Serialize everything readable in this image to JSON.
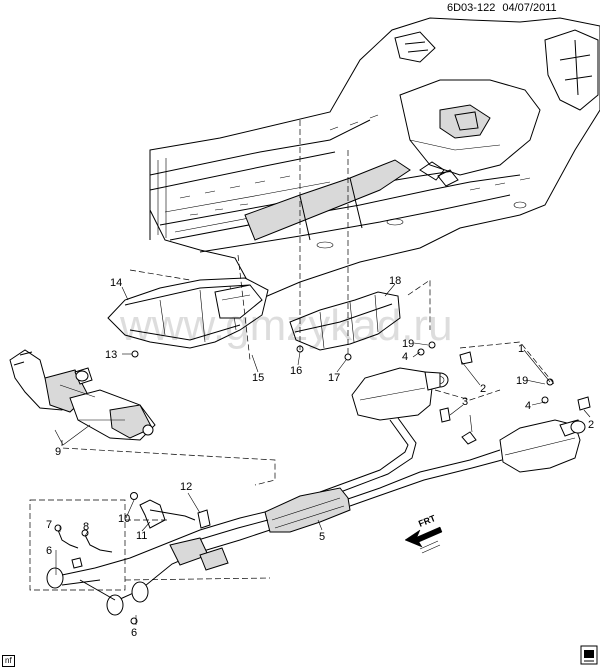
{
  "header": {
    "drawing_id": "6D03-122",
    "date": "04/07/2011"
  },
  "watermark": "www.gmzykad.ru",
  "front_indicator": "FRT",
  "corner_tag": "nf",
  "callouts": [
    "1",
    "2",
    "2",
    "3",
    "4",
    "4",
    "5",
    "6",
    "6",
    "7",
    "8",
    "9",
    "10",
    "11",
    "12",
    "13",
    "14",
    "15",
    "16",
    "17",
    "18",
    "19",
    "19"
  ],
  "icons": [
    "front-arrow-icon",
    "page-corner-icon"
  ]
}
